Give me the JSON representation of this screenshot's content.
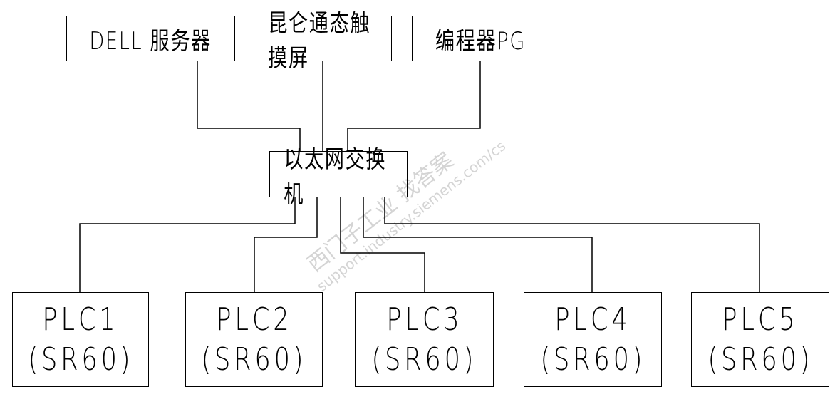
{
  "nodes": {
    "server": "DELL 服务器",
    "hmi": "昆仑通态触摸屏",
    "programmer": "编程器PG",
    "switch": "以太网交换机",
    "plcs": [
      {
        "name": "PLC1",
        "model": "(SR60)"
      },
      {
        "name": "PLC2",
        "model": "(SR60)"
      },
      {
        "name": "PLC3",
        "model": "(SR60)"
      },
      {
        "name": "PLC4",
        "model": "(SR60)"
      },
      {
        "name": "PLC5",
        "model": "(SR60)"
      }
    ]
  },
  "watermark": {
    "line1": "西门子工业 找答案",
    "line2": "support.industry.siemens.com/cs"
  }
}
